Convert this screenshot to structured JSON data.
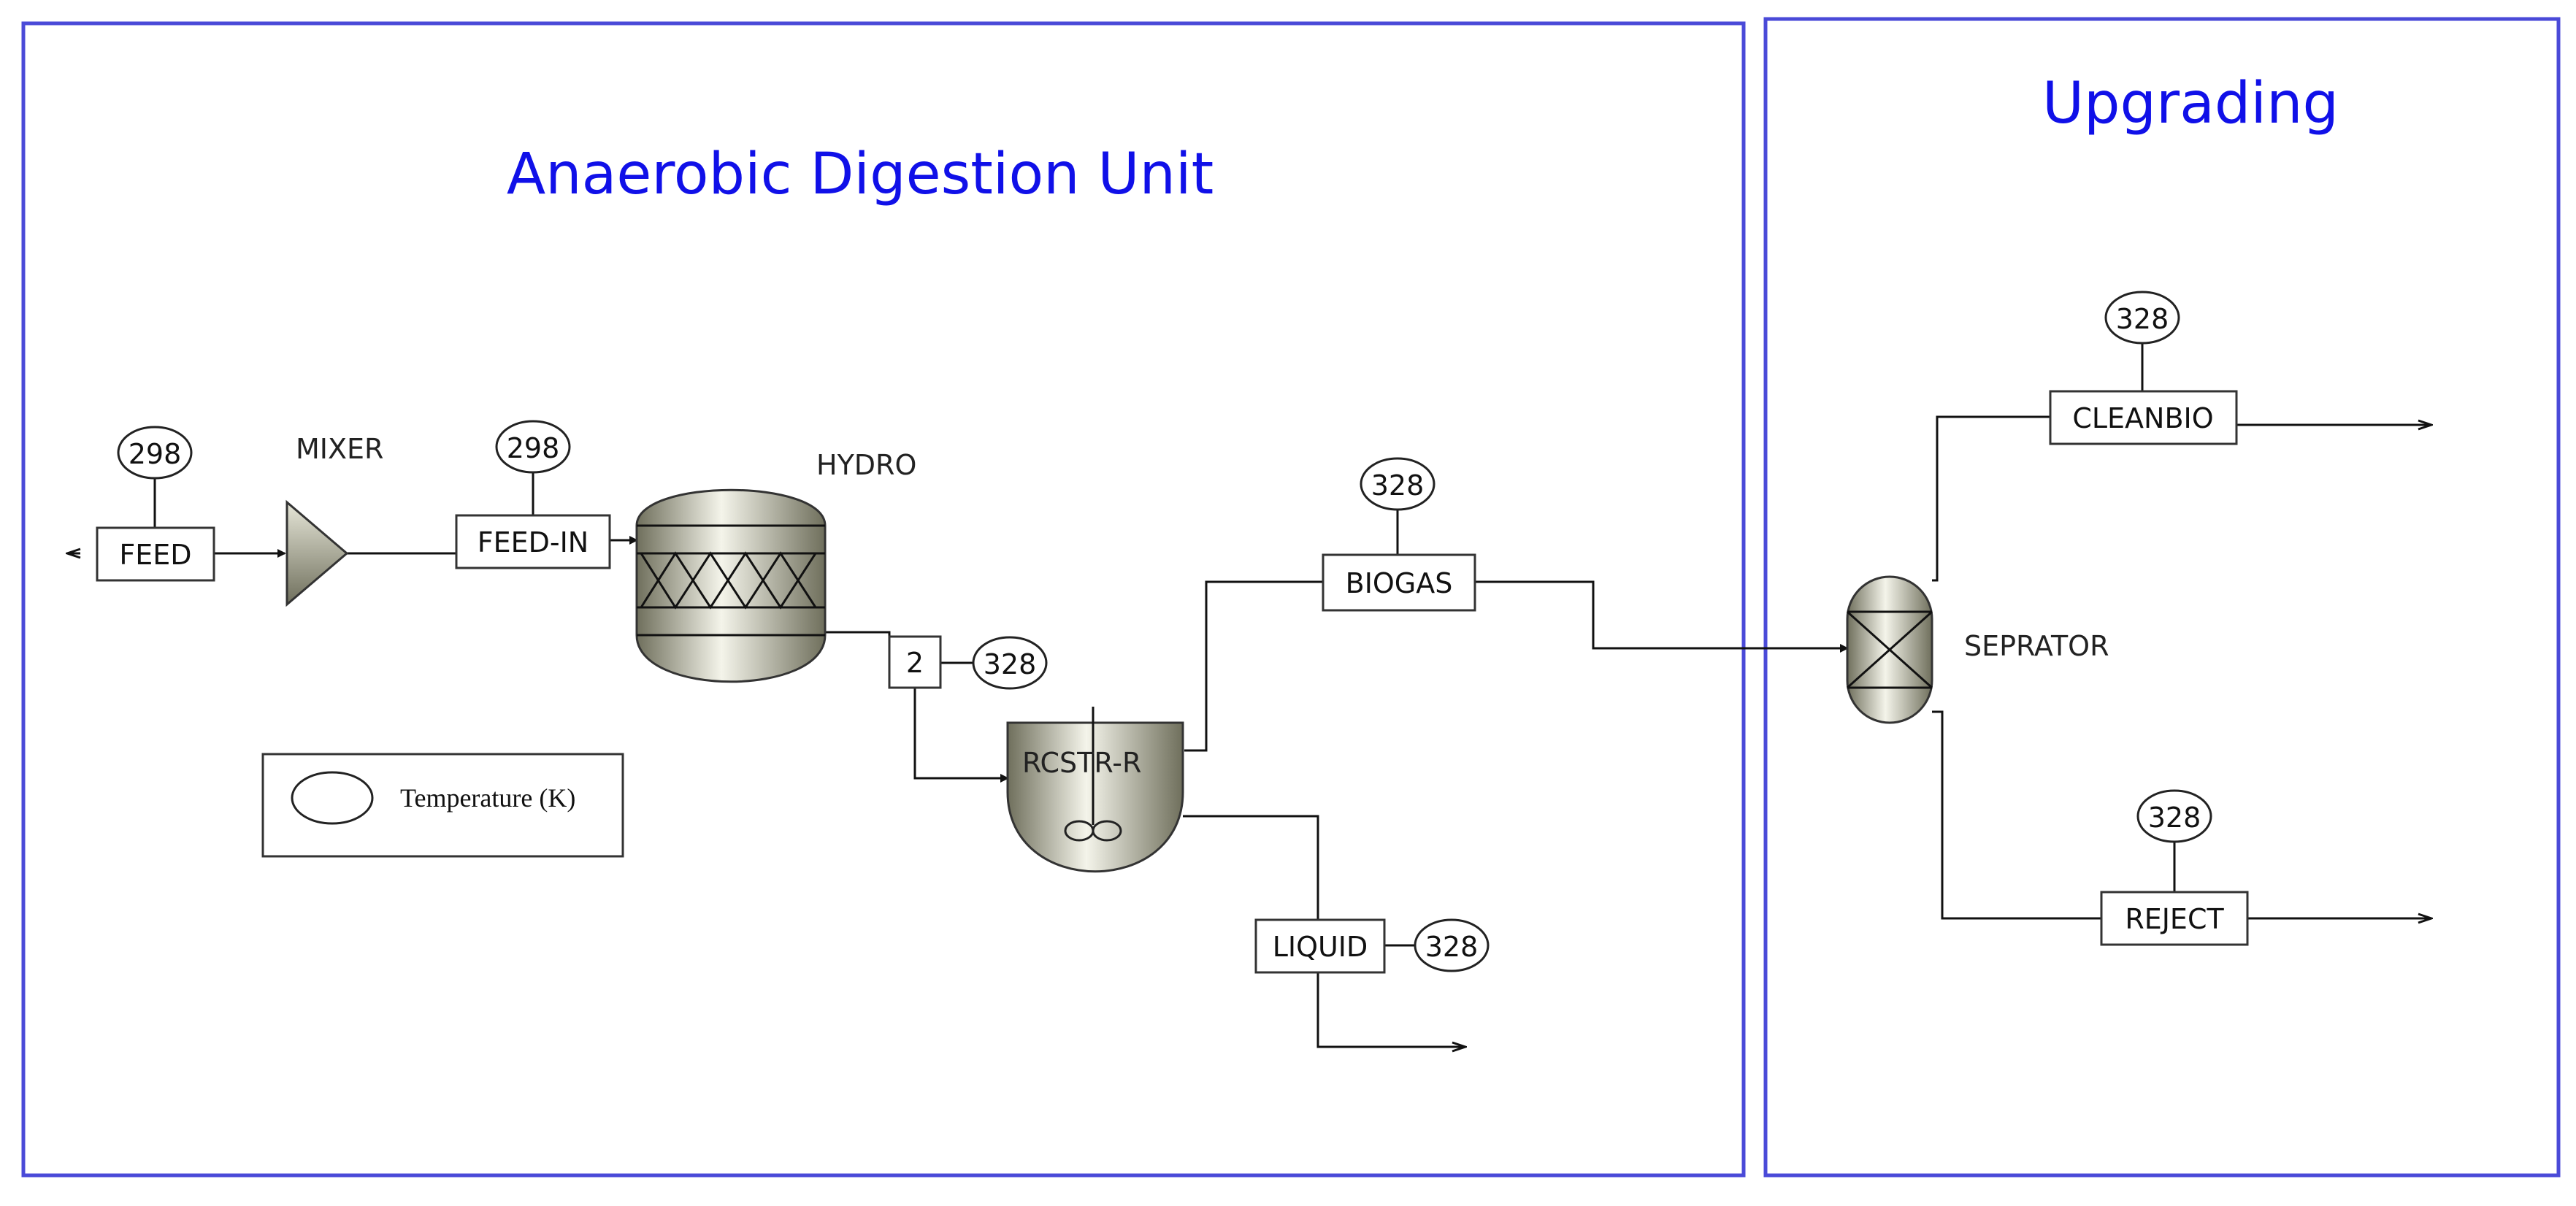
{
  "sections": {
    "digestion_title": "Anaerobic Digestion Unit",
    "upgrading_title": "Upgrading"
  },
  "blocks": {
    "mixer": "MIXER",
    "hydro": "HYDRO",
    "rcstr": "RCSTR-R",
    "separator": "SEPRATOR"
  },
  "streams": {
    "feed": "FEED",
    "feed_in": "FEED-IN",
    "s2": "2",
    "biogas": "BIOGAS",
    "liquid": "LIQUID",
    "cleanbio": "CLEANBIO",
    "reject": "REJECT"
  },
  "temperatures": {
    "feed": "298",
    "feed_in": "298",
    "s2": "328",
    "biogas": "328",
    "liquid": "328",
    "cleanbio": "328",
    "reject": "328"
  },
  "legend": {
    "label": "Temperature (K)"
  },
  "colors": {
    "section_border": "#4a4ad8",
    "section_title": "#1010e8"
  }
}
